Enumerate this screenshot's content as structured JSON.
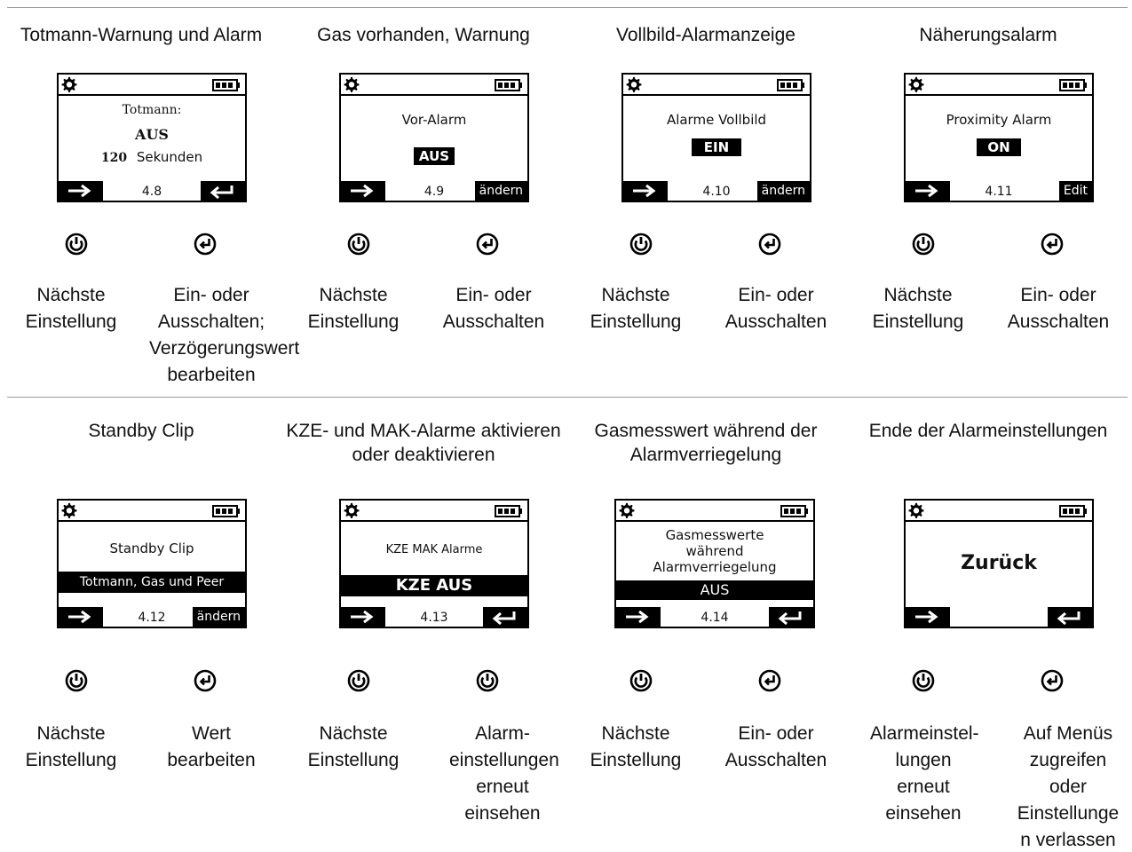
{
  "panels": [
    {
      "title": "Totmann-Warnung und Alarm",
      "screen": {
        "line1": "Totmann:",
        "line2": "AUS",
        "line3_num": "120",
        "line3_unit": "Sekunden",
        "page": "4.8"
      },
      "left_label": "Nächste Einstellung",
      "right_label": "Ein- oder Ausschalten; Verzögerungswert bearbeiten"
    },
    {
      "title": "Gas vorhanden, Warnung",
      "screen": {
        "line1": "Vor-Alarm",
        "value": "AUS",
        "page": "4.9",
        "edit": "ändern"
      },
      "left_label": "Nächste Einstellung",
      "right_label": "Ein- oder Ausschalten"
    },
    {
      "title": "Vollbild-Alarmanzeige",
      "screen": {
        "line1": "Alarme Vollbild",
        "value": "EIN",
        "page": "4.10",
        "edit": "ändern"
      },
      "left_label": "Nächste Einstellung",
      "right_label": "Ein- oder Ausschalten"
    },
    {
      "title": "Näherungsalarm",
      "screen": {
        "line1": "Proximity Alarm",
        "value": "ON",
        "page": "4.11",
        "edit": "Edit"
      },
      "left_label": "Nächste Einstellung",
      "right_label": "Ein- oder Ausschalten"
    },
    {
      "title": "Standby Clip",
      "screen": {
        "line1": "Standby Clip",
        "band": "Totmann,  Gas und Peer",
        "page": "4.12",
        "edit": "ändern"
      },
      "left_label": "Nächste Einstellung",
      "right_label": "Wert bearbeiten"
    },
    {
      "title": "KZE- und MAK-Alarme aktivieren oder deaktivieren",
      "screen": {
        "line1": "KZE MAK Alarme",
        "band": "KZE AUS",
        "page": "4.13"
      },
      "left_label": "Nächste Einstellung",
      "right_label": "Alarm-einstellungen erneut einsehen"
    },
    {
      "title": "Gasmesswert während der Alarmverriegelung",
      "screen": {
        "line1": "Gasmesswerte",
        "line2": "während",
        "line3": "Alarmverriegelung",
        "band": "AUS",
        "page": "4.14"
      },
      "left_label": "Nächste Einstellung",
      "right_label": "Ein- oder Ausschalten"
    },
    {
      "title": "Ende der Alarmeinstellungen",
      "screen": {
        "line1": "Zurück"
      },
      "left_label": "Alarmeinstel-lungen erneut einsehen",
      "right_label": "Auf Menüs zugreifen oder Einstellunge n verlassen"
    }
  ]
}
